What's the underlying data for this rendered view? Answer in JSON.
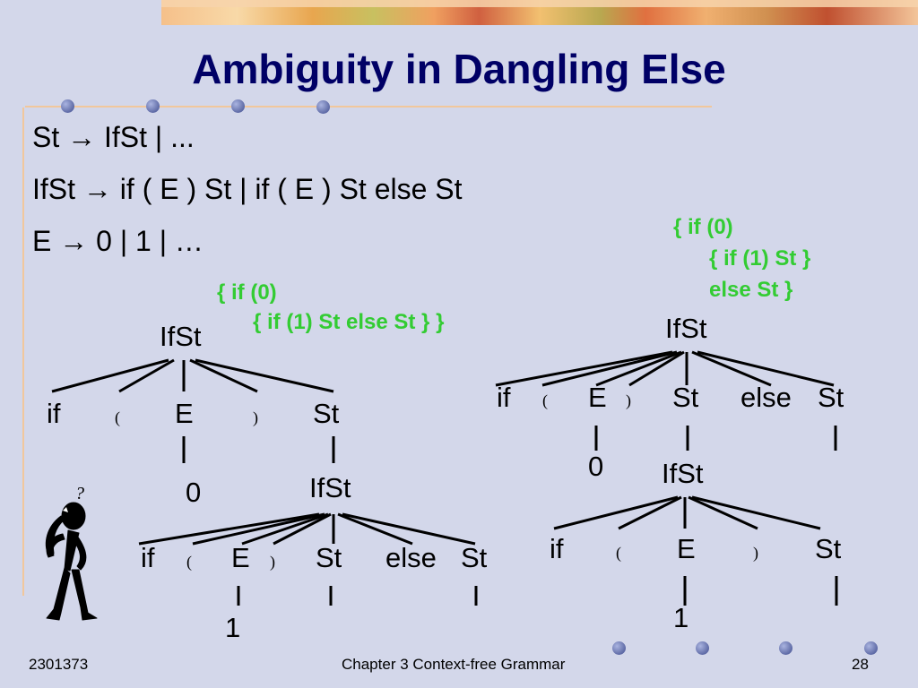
{
  "slide": {
    "title": "Ambiguity in Dangling Else",
    "grammar": [
      "St → IfSt | ...",
      "IfSt → if ( E ) St | if ( E ) St else St",
      "E → 0 | 1 | …"
    ],
    "left_annotation": [
      "{ if (0)",
      "      { if (1) St else St } }"
    ],
    "right_annotation": [
      "{ if (0)",
      "      { if (1) St }",
      "      else St }"
    ],
    "left_tree": {
      "root": "IfSt",
      "children": [
        "if",
        "(",
        "E",
        ")",
        "St"
      ],
      "e_value": "0",
      "sub_root": "IfSt",
      "sub_children": [
        "if",
        "(",
        "E",
        ")",
        "St",
        "else",
        "St"
      ],
      "sub_e_value": "1"
    },
    "right_tree": {
      "root": "IfSt",
      "children": [
        "if",
        "(",
        "E",
        ")",
        "St",
        "else",
        "St"
      ],
      "e_value": "0",
      "sub_root": "IfSt",
      "sub_children": [
        "if",
        "(",
        "E",
        ")",
        "St"
      ],
      "sub_e_value": "1"
    },
    "thinker_mark": "?",
    "footer": {
      "left": "2301373",
      "center": "Chapter 3 Context-free Grammar",
      "right": "28"
    }
  }
}
